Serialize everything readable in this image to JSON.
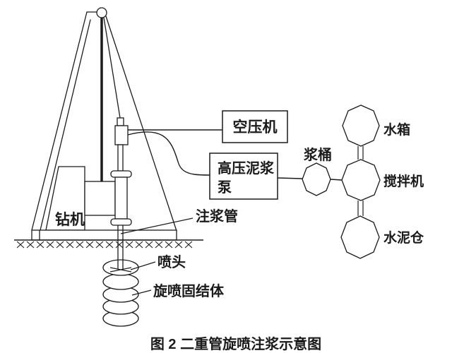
{
  "figure": {
    "caption": "图 2   二重管旋喷注浆示意图"
  },
  "equipment": {
    "drill_rig": "钻机",
    "grout_pipe": "注浆管",
    "nozzle": "喷头",
    "jet_grout_column": "旋喷固结体",
    "air_compressor": "空压机",
    "mud_pump_line1": "高压泥浆",
    "mud_pump_line2": "泵",
    "slurry_bucket": "浆桶",
    "water_tank": "水箱",
    "mixer": "搅拌机",
    "cement_silo": "水泥仓"
  },
  "colors": {
    "line": "#1b1b1b",
    "text": "#1b1b1b",
    "background": "#ffffff"
  }
}
